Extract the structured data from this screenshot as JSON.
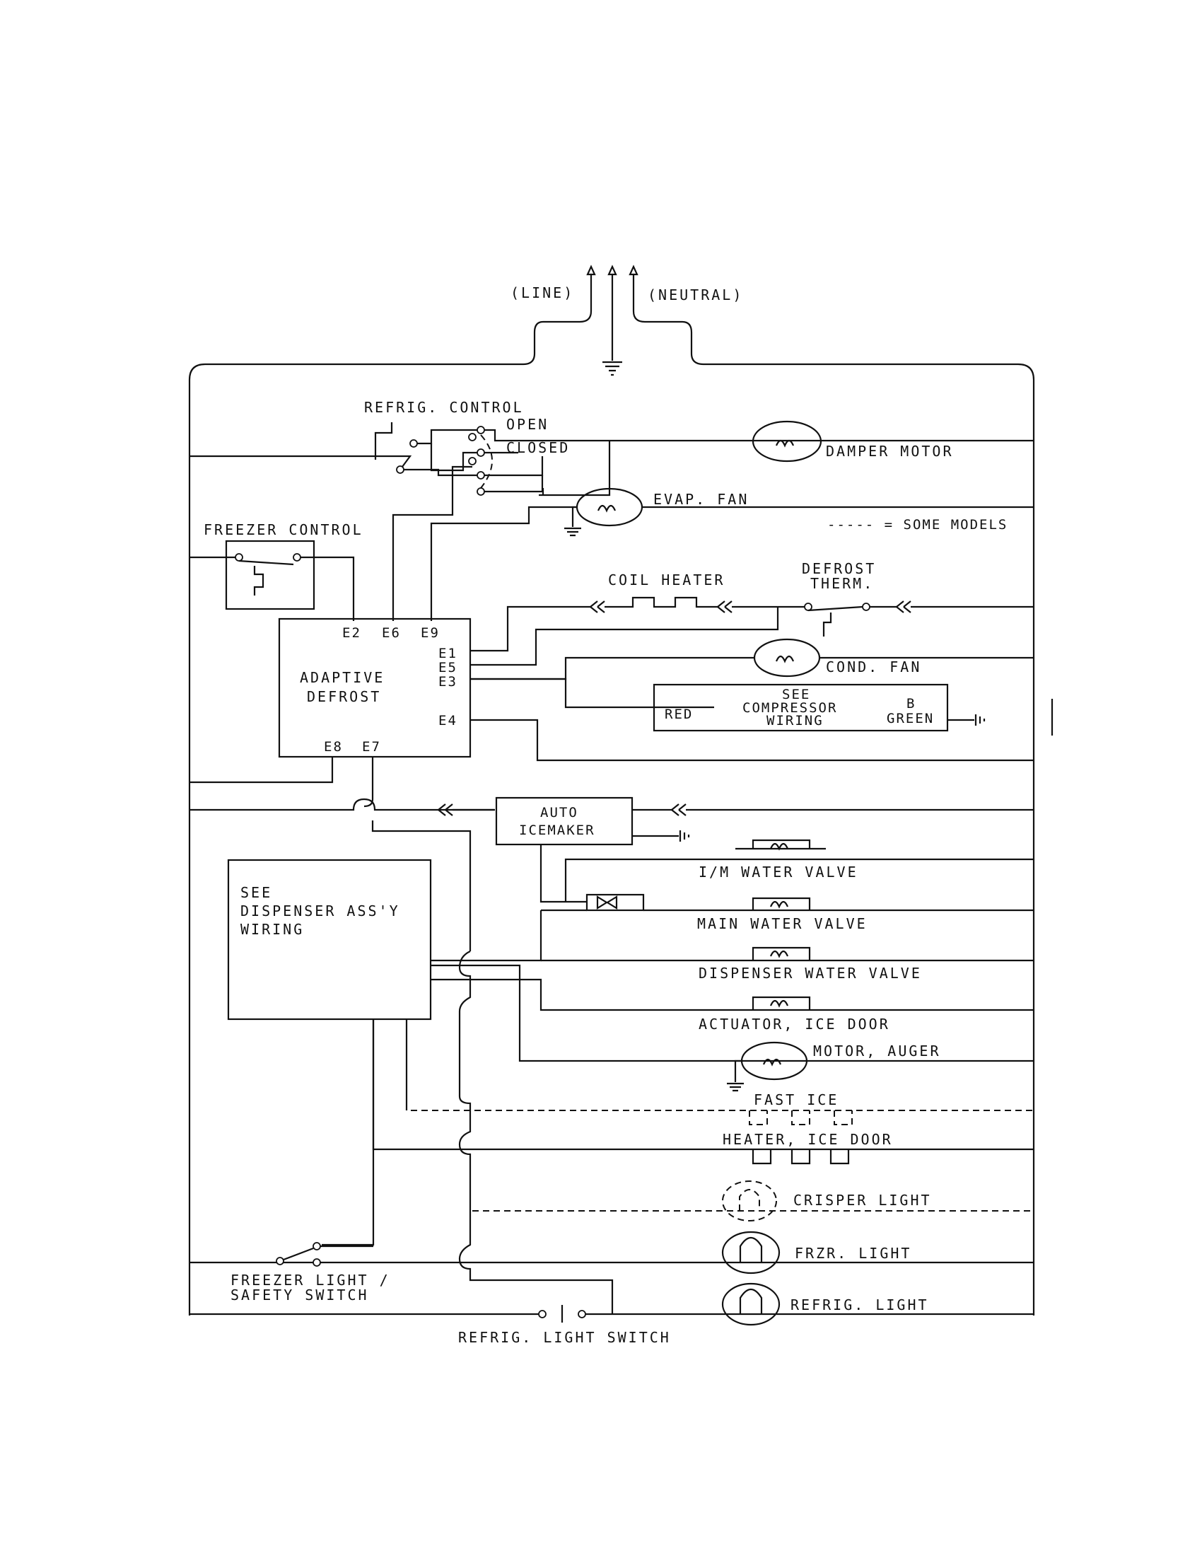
{
  "supply": {
    "line": "(LINE)",
    "neutral": "(NEUTRAL)"
  },
  "refrig_control": {
    "title": "REFRIG. CONTROL",
    "open": "OPEN",
    "closed": "CLOSED"
  },
  "freezer_control": {
    "title": "FREEZER CONTROL"
  },
  "adaptive_defrost": {
    "line1": "ADAPTIVE",
    "line2": "DEFROST",
    "terminals": {
      "e1": "E1",
      "e2": "E2",
      "e3": "E3",
      "e4": "E4",
      "e5": "E5",
      "e6": "E6",
      "e7": "E7",
      "e8": "E8",
      "e9": "E9"
    }
  },
  "components": {
    "damper_motor": "DAMPER MOTOR",
    "evap_fan": "EVAP. FAN",
    "some_models": "----- = SOME MODELS",
    "coil_heater": "COIL HEATER",
    "defrost_therm_1": "DEFROST",
    "defrost_therm_2": "THERM.",
    "cond_fan": "COND. FAN",
    "compressor_see": "SEE",
    "compressor_line1": "COMPRESSOR",
    "compressor_line2": "WIRING",
    "compressor_red": "RED",
    "compressor_b": "B",
    "compressor_green": "GREEN",
    "auto_icemaker_1": "AUTO",
    "auto_icemaker_2": "ICEMAKER",
    "dispenser_1": "SEE",
    "dispenser_2": "DISPENSER ASS'Y",
    "dispenser_3": "WIRING",
    "im_water_valve": "I/M WATER VALVE",
    "main_water_valve": "MAIN WATER VALVE",
    "dispenser_water_valve": "DISPENSER WATER VALVE",
    "actuator_ice_door": "ACTUATOR, ICE DOOR",
    "motor_auger": "MOTOR, AUGER",
    "fast_ice": "FAST ICE",
    "heater_ice_door": "HEATER, ICE DOOR",
    "crisper_light": "CRISPER LIGHT",
    "frzr_light": "FRZR. LIGHT",
    "refrig_light": "REFRIG. LIGHT",
    "freezer_switch_1": "FREEZER LIGHT /",
    "freezer_switch_2": "SAFETY SWITCH",
    "refrig_light_switch": "REFRIG. LIGHT SWITCH"
  }
}
